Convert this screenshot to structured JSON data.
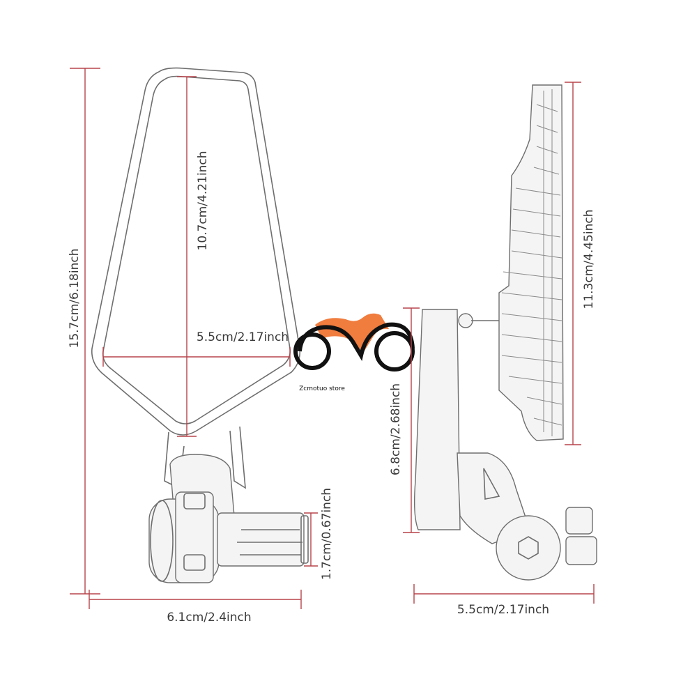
{
  "dimensions": {
    "total_height": "15.7cm/6.18inch",
    "mirror_height": "10.7cm/4.21inch",
    "mirror_width": "5.5cm/2.17inch",
    "bar_diameter": "1.7cm/0.67inch",
    "total_width": "6.1cm/2.4inch",
    "side_total_height": "11.3cm/4.45inch",
    "arm_height": "6.8cm/2.68inch",
    "side_width": "5.5cm/2.17inch"
  },
  "logo": {
    "store_name": "Zcmotuo store",
    "colors": {
      "flame": "#f07c3e",
      "outline": "#111111"
    }
  },
  "colors": {
    "dimension_line": "#b7434a",
    "sketch": "#6e6e6e"
  }
}
